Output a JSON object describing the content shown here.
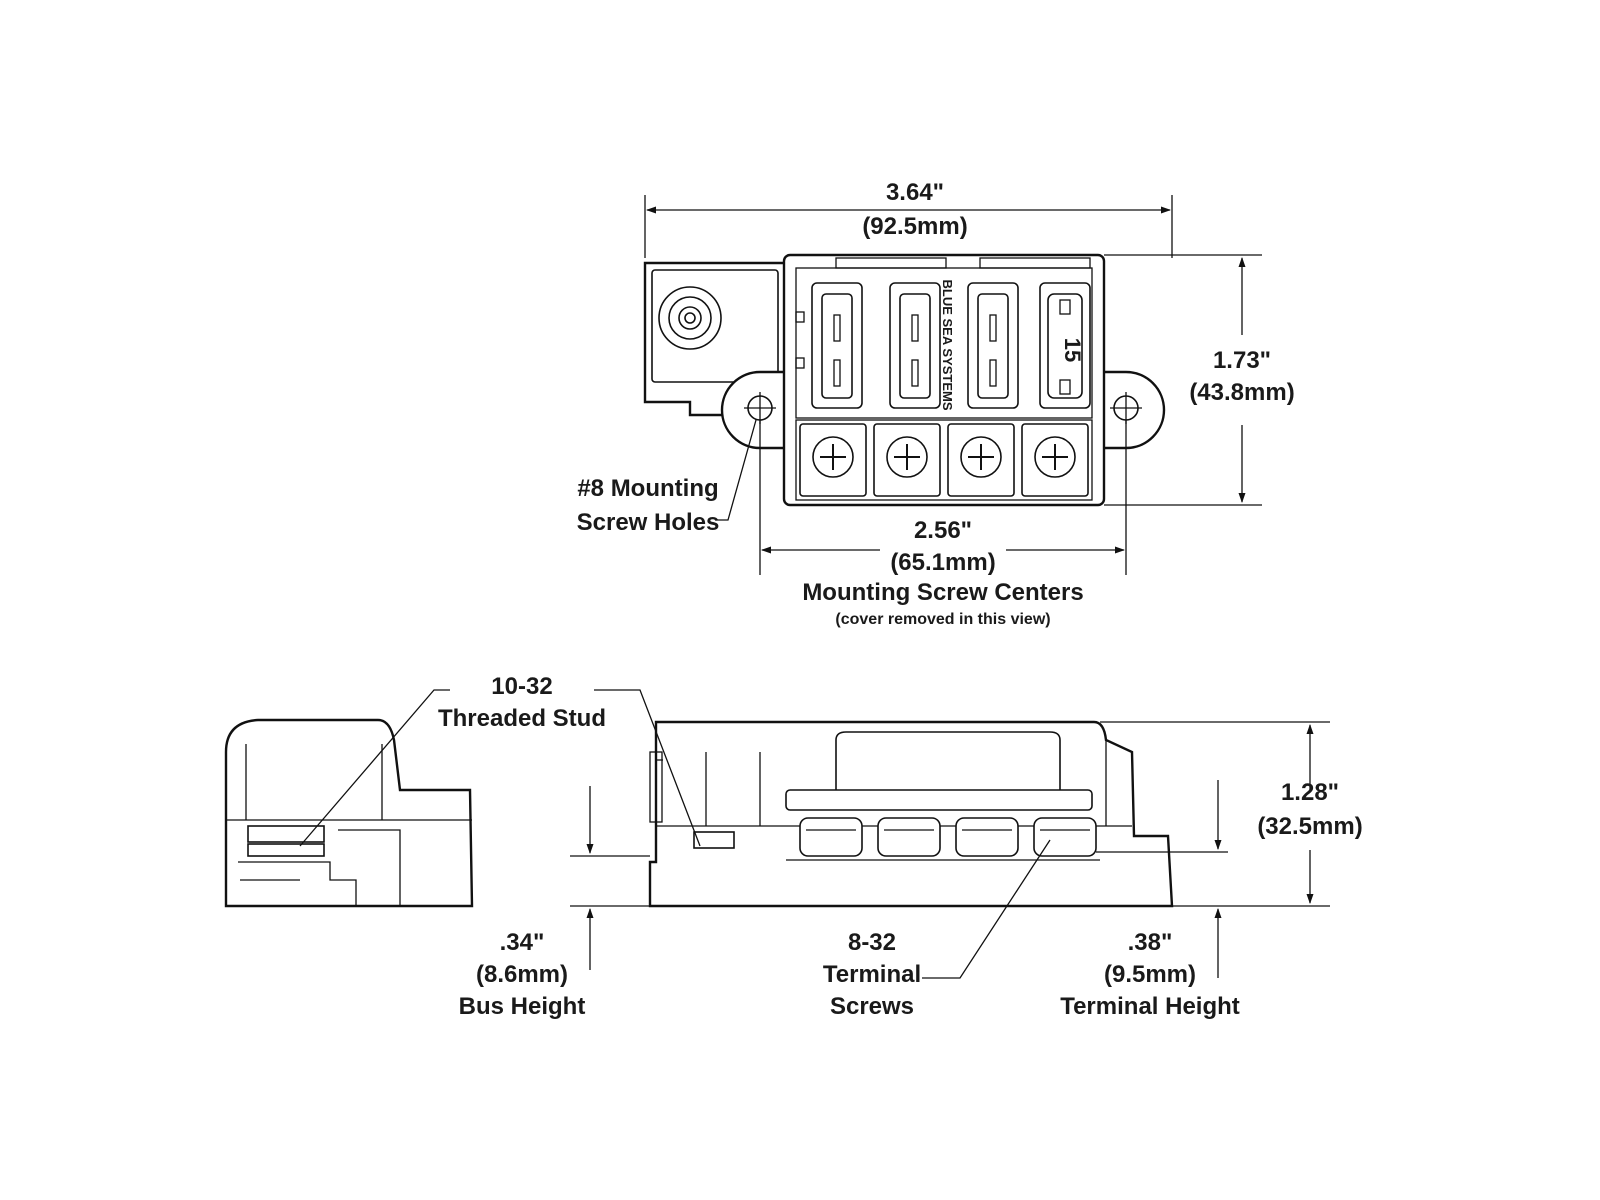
{
  "top_view": {
    "overall_width": {
      "in": "3.64\"",
      "mm": "(92.5mm)"
    },
    "overall_height": {
      "in": "1.73\"",
      "mm": "(43.8mm)"
    },
    "screw_centers": {
      "in": "2.56\"",
      "mm": "(65.1mm)",
      "label": "Mounting Screw Centers",
      "note": "(cover removed in this view)"
    },
    "mounting_holes": {
      "line1": "#8 Mounting",
      "line2": "Screw Holes"
    },
    "brand_text": "BLUE SEA SYSTEMS",
    "fuse_rating": "15"
  },
  "side_view": {
    "threaded_stud": {
      "line1": "10-32",
      "line2": "Threaded Stud"
    },
    "bus_height": {
      "in": ".34\"",
      "mm": "(8.6mm)",
      "label": "Bus Height"
    },
    "terminal_screws": {
      "line1": "8-32",
      "line2": "Terminal",
      "line3": "Screws"
    },
    "terminal_height": {
      "in": ".38\"",
      "mm": "(9.5mm)",
      "label": "Terminal Height"
    },
    "total_height": {
      "in": "1.28\"",
      "mm": "(32.5mm)"
    }
  }
}
